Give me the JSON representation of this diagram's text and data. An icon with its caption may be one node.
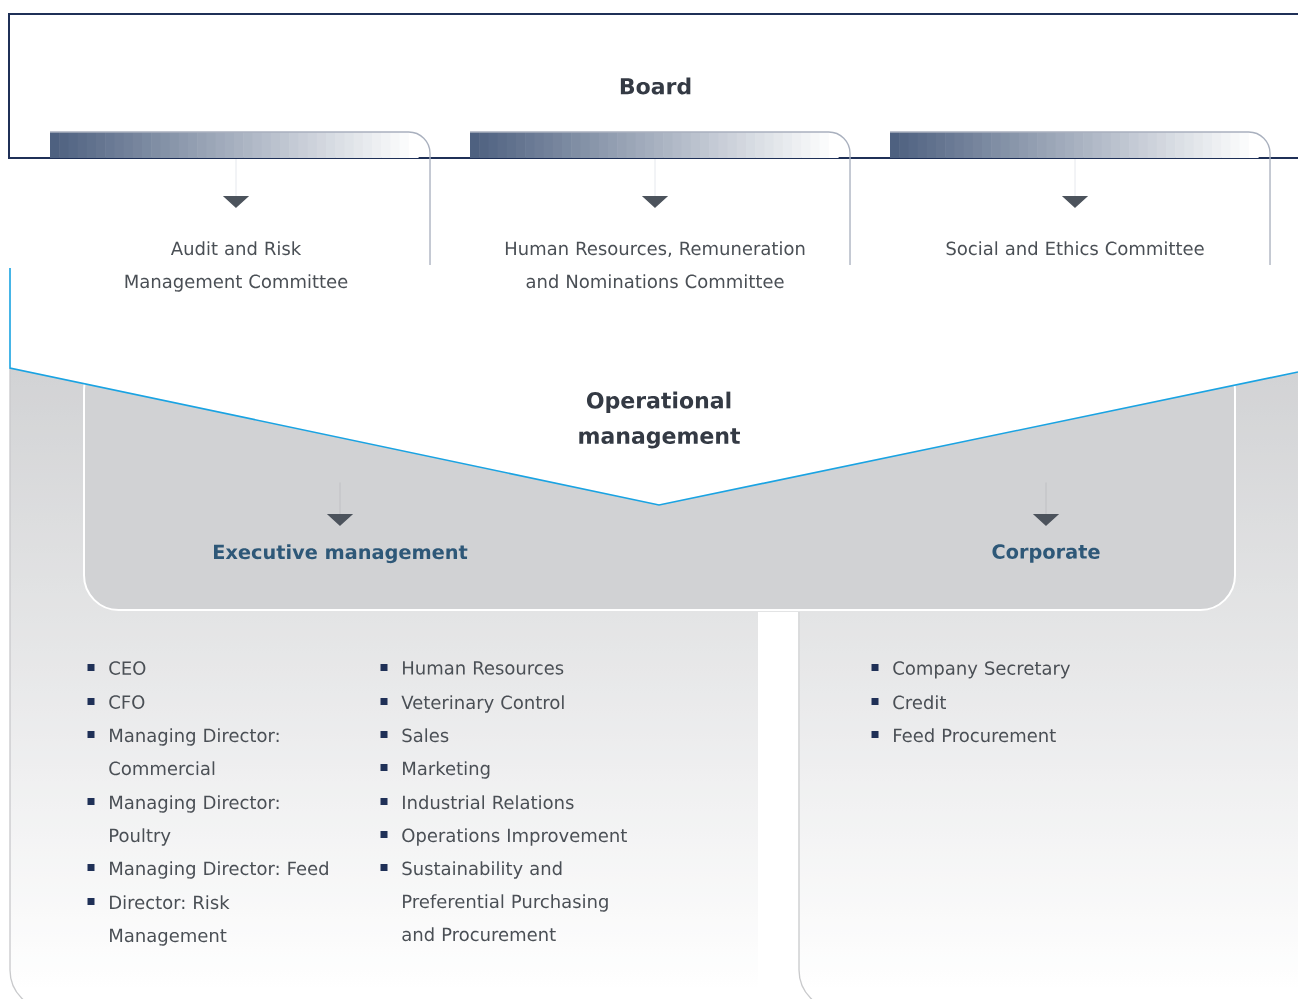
{
  "diagram": {
    "nodes": [
      {
        "text": [
          "Board"
        ]
      },
      {
        "text": [
          "Audit and Risk Management Committee"
        ]
      },
      {
        "text": [
          "Human Resources, Remuneration and Nominations Committee"
        ]
      },
      {
        "text": [
          "Social and Ethics Committee"
        ]
      },
      {
        "text": [
          "Operational management"
        ]
      },
      {
        "text": [
          "Executive management"
        ],
        "in": 4
      },
      {
        "text": [
          "Corporate"
        ],
        "in": 4
      },
      {
        "text": [
          "CEO",
          "CFO",
          "Managing Director: Commercial",
          "Managing Director: Poultry",
          "Managing Director: Feed",
          "Director: Risk Management",
          "Human Resources",
          "Veterinary Control",
          "Sales",
          "Marketing",
          "Industrial Relations",
          "Operations Improvement",
          "Sustainability and Preferential Purchasing and Procurement"
        ]
      },
      {
        "text": [
          "Company Secretary",
          "Credit",
          "Feed Procurement"
        ]
      }
    ],
    "edges": [
      {
        "from": 0,
        "to": 1,
        "arrow": "to"
      },
      {
        "from": 0,
        "to": 2,
        "arrow": "to"
      },
      {
        "from": 0,
        "to": 3,
        "arrow": "to"
      },
      {
        "from": 4,
        "to": 5,
        "arrow": "to"
      },
      {
        "from": 4,
        "to": 6,
        "arrow": "to"
      }
    ]
  }
}
